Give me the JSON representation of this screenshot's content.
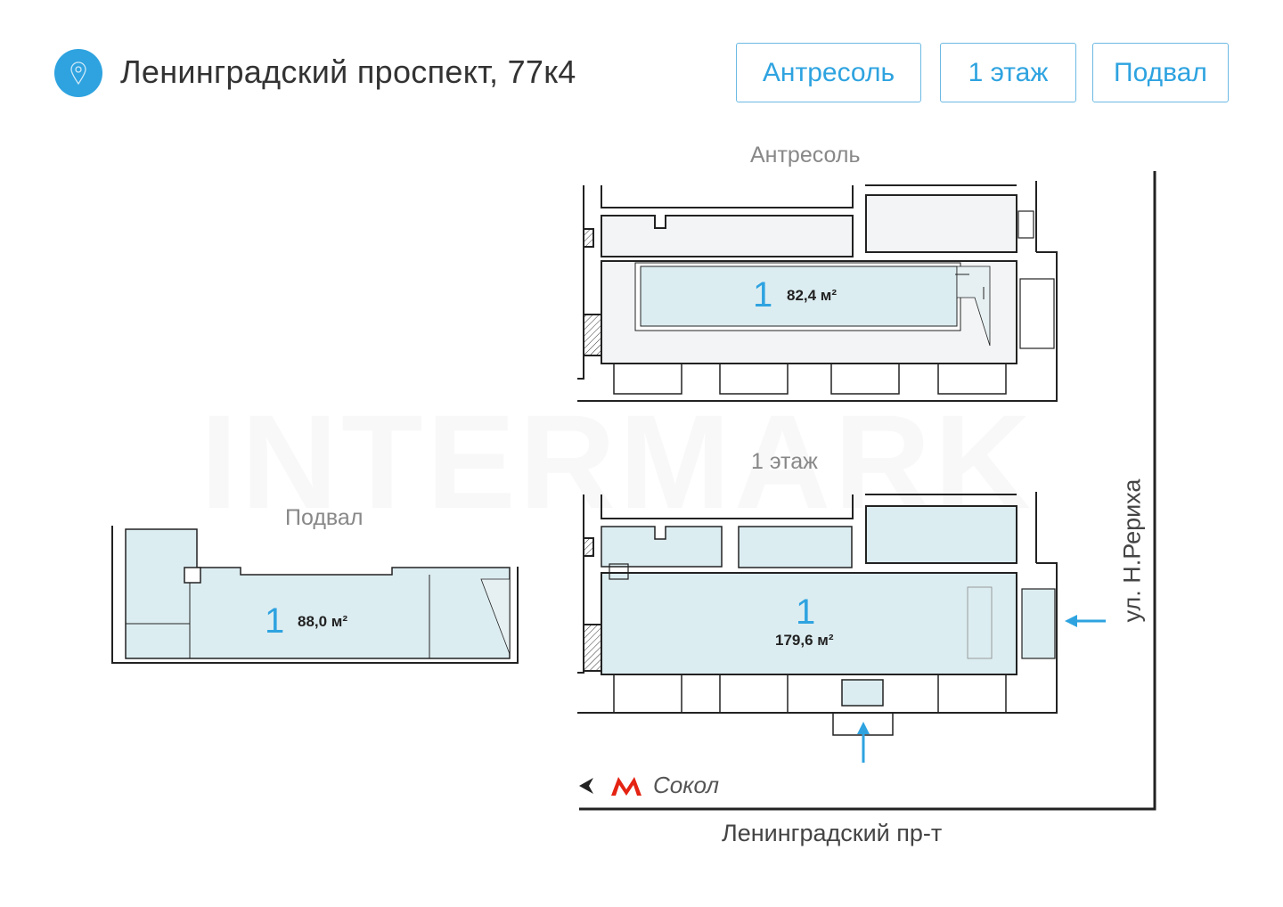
{
  "header": {
    "address": "Ленинградский проспект, 77к4",
    "icon": "location-pin-icon"
  },
  "floor_buttons": [
    {
      "label": "Антресоль"
    },
    {
      "label": "1 этаж"
    },
    {
      "label": "Подвал"
    }
  ],
  "plans": {
    "mezzanine": {
      "title": "Антресоль",
      "room_number": "1",
      "area": "82,4 м²"
    },
    "first_floor": {
      "title": "1 этаж",
      "room_number": "1",
      "area": "179,6 м²"
    },
    "basement": {
      "title": "Подвал",
      "room_number": "1",
      "area": "88,0 м²"
    }
  },
  "watermark": "INTERMARK",
  "map": {
    "metro_station": "Сокол",
    "street_bottom": "Ленинградский пр-т",
    "street_right": "ул. Н.Рериха"
  },
  "colors": {
    "accent": "#2ea3e0",
    "room_fill": "#dcedf1",
    "metro": "#e42313"
  }
}
